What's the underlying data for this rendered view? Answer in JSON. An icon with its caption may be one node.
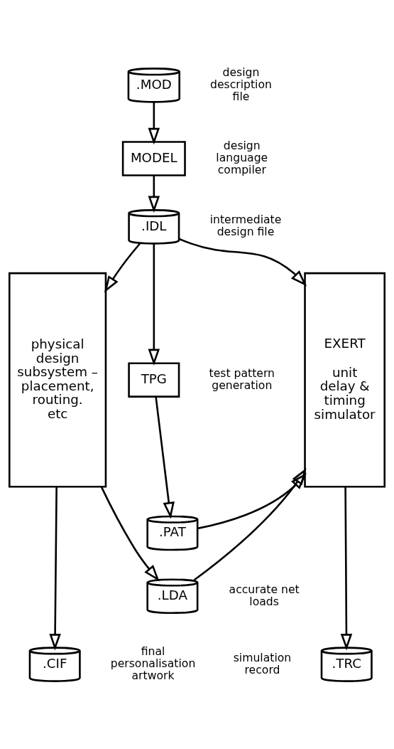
{
  "diagram": {
    "nodes": [
      {
        "text": [
          ".MOD"
        ],
        "beside": [
          "design description file"
        ]
      },
      {
        "text": [
          "MODEL"
        ],
        "beside": [
          "design language compiler"
        ]
      },
      {
        "text": [
          ".IDL"
        ],
        "beside": [
          "intermediate design file"
        ]
      },
      {
        "text": [
          "physical design subsystem – placement, routing. etc"
        ]
      },
      {
        "text": [
          "TPG"
        ],
        "beside": [
          "test pattern generation"
        ]
      },
      {
        "text": [
          "EXERT",
          "unit delay & timing simulator"
        ]
      },
      {
        "text": [
          ".PAT"
        ]
      },
      {
        "text": [
          ".LDA"
        ],
        "beside": [
          "accurate net loads"
        ]
      },
      {
        "text": [
          ".CIF"
        ],
        "beside": [
          "final personalisation artwork"
        ]
      },
      {
        "text": [
          ".TRC"
        ],
        "beside": [
          "simulation record"
        ]
      }
    ],
    "edges": [
      {
        "from": 0,
        "to": 1,
        "arrow": "to"
      },
      {
        "from": 1,
        "to": 2,
        "arrow": "to"
      },
      {
        "from": 2,
        "to": 3,
        "arrow": "to"
      },
      {
        "from": 2,
        "to": 4,
        "arrow": "to"
      },
      {
        "from": 2,
        "to": 5,
        "arrow": "to"
      },
      {
        "from": 4,
        "to": 6,
        "arrow": "to"
      },
      {
        "from": 6,
        "to": 5,
        "arrow": "to"
      },
      {
        "from": 3,
        "to": 7,
        "arrow": "to"
      },
      {
        "from": 7,
        "to": 5,
        "arrow": "to"
      },
      {
        "from": 3,
        "to": 8,
        "arrow": "to"
      },
      {
        "from": 5,
        "to": 9,
        "arrow": "to"
      }
    ]
  }
}
